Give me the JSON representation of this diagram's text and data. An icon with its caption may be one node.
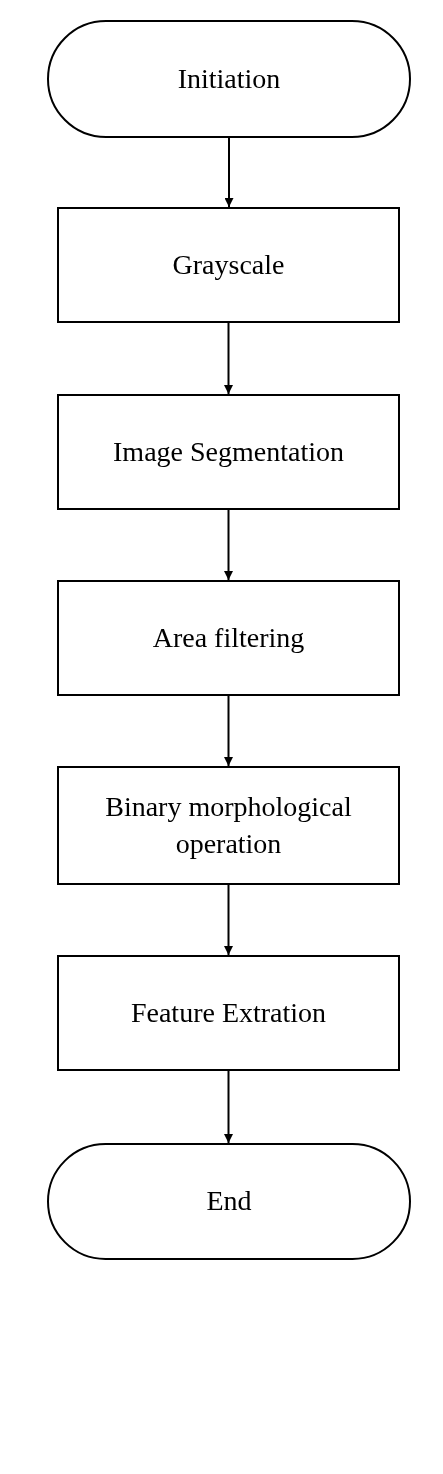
{
  "diagram": {
    "nodes": [
      {
        "text": [
          "Initiation"
        ]
      },
      {
        "text": [
          "Grayscale"
        ]
      },
      {
        "text": [
          "Image Segmentation"
        ]
      },
      {
        "text": [
          "Area filtering"
        ]
      },
      {
        "text": [
          "Binary morphological operation"
        ]
      },
      {
        "text": [
          "Feature Extration"
        ]
      },
      {
        "text": [
          "End"
        ]
      }
    ],
    "edges": [
      {
        "from": 0,
        "to": 1,
        "arrow": "to"
      },
      {
        "from": 1,
        "to": 2,
        "arrow": "to"
      },
      {
        "from": 2,
        "to": 3,
        "arrow": "to"
      },
      {
        "from": 3,
        "to": 4,
        "arrow": "to"
      },
      {
        "from": 4,
        "to": 5,
        "arrow": "to"
      },
      {
        "from": 5,
        "to": 6,
        "arrow": "to"
      }
    ]
  }
}
